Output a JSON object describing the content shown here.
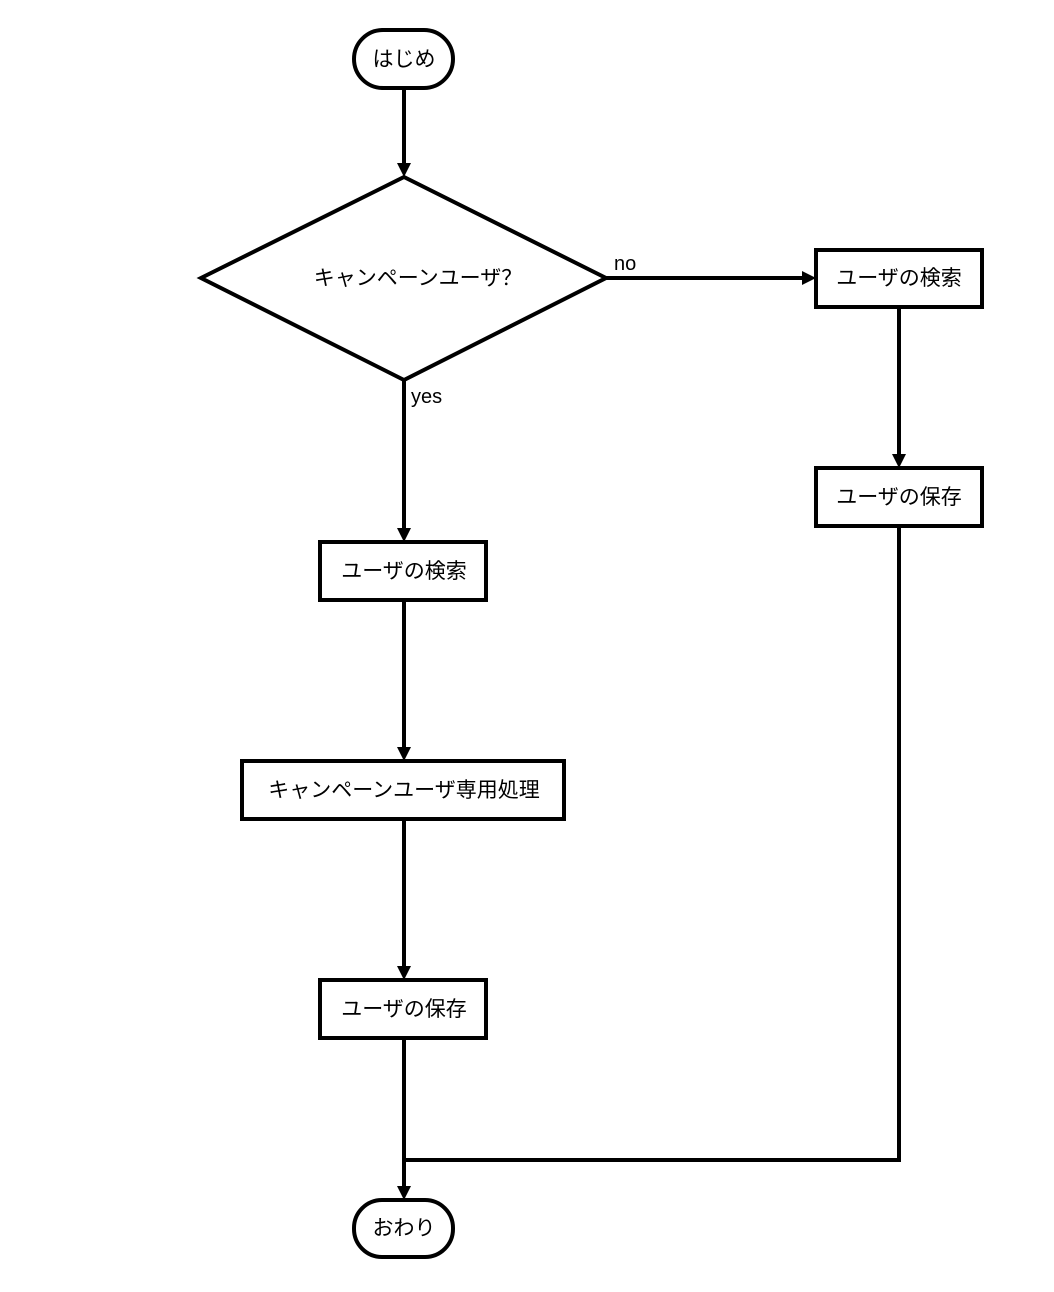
{
  "flowchart": {
    "start": "はじめ",
    "decision": "キャンペーンユーザ？",
    "yes_label": "yes",
    "no_label": "no",
    "yes_branch": {
      "search": "ユーザの検索",
      "campaign_processing": "キャンペーンユーザ専用処理",
      "save": "ユーザの保存"
    },
    "no_branch": {
      "search": "ユーザの検索",
      "save": "ユーザの保存"
    },
    "end": "おわり"
  },
  "colors": {
    "stroke": "#000000",
    "fill": "#ffffff"
  }
}
